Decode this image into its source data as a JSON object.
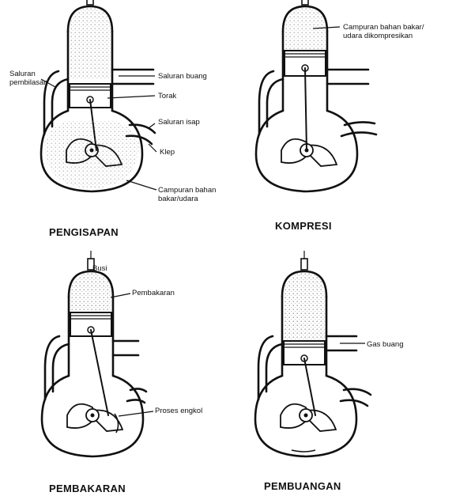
{
  "panels": [
    {
      "caption": "PENGISAPAN",
      "labels": {
        "saluran_pembilasan": "Saluran\npembilasan",
        "saluran_buang": "Saluran buang",
        "torak": "Torak",
        "saluran_isap": "Saluran isap",
        "klep": "Klep",
        "campuran": "Campuran bahan\nbakar/udara"
      }
    },
    {
      "caption": "KOMPRESI",
      "labels": {
        "campuran_dikompresikan": "Campuran bahan bakar/\nudara dikompresikan"
      }
    },
    {
      "caption": "PEMBAKARAN",
      "labels": {
        "busi": "Busi",
        "pembakaran": "Pembakaran",
        "proses_engkol": "Proses engkol"
      }
    },
    {
      "caption": "PEMBUANGAN",
      "labels": {
        "gas_buang": "Gas buang"
      }
    }
  ]
}
